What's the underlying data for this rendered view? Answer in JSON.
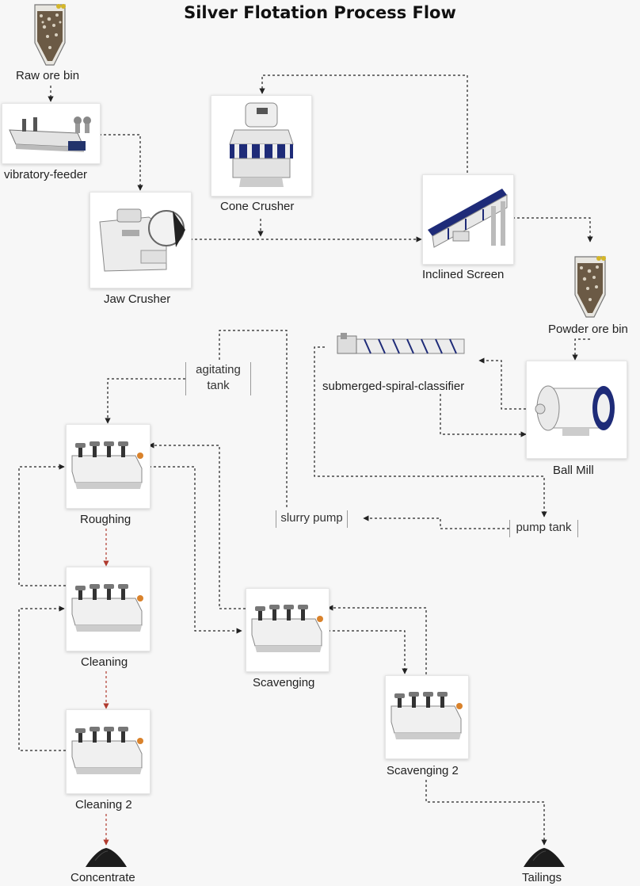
{
  "title": "Silver Flotation Process Flow",
  "colors": {
    "link": "#222222",
    "concentrate_link": "#b03a2e",
    "card": "#ffffff",
    "background": "#f7f7f7"
  },
  "nodes": {
    "raw_ore_bin": {
      "label": "Raw ore bin",
      "icon": "ore-bin-icon"
    },
    "vibratory_feeder": {
      "label": "vibratory-feeder",
      "icon": "vibratory-feeder-icon"
    },
    "jaw_crusher": {
      "label": "Jaw Crusher",
      "icon": "jaw-crusher-icon"
    },
    "cone_crusher": {
      "label": "Cone Crusher",
      "icon": "cone-crusher-icon"
    },
    "inclined_screen": {
      "label": "Inclined Screen",
      "icon": "inclined-screen-icon"
    },
    "powder_ore_bin": {
      "label": "Powder ore bin",
      "icon": "ore-bin-icon"
    },
    "ball_mill": {
      "label": "Ball Mill",
      "icon": "ball-mill-icon"
    },
    "spiral_classifier": {
      "label": "submerged-spiral-classifier",
      "icon": "spiral-classifier-icon"
    },
    "agitating_tank": {
      "label_line1": "agitating",
      "label_line2": "tank"
    },
    "slurry_pump": {
      "label": "slurry pump"
    },
    "pump_tank": {
      "label": "pump tank"
    },
    "roughing": {
      "label": "Roughing",
      "icon": "flotation-cell-icon"
    },
    "cleaning": {
      "label": "Cleaning",
      "icon": "flotation-cell-icon"
    },
    "cleaning_2": {
      "label": "Cleaning 2",
      "icon": "flotation-cell-icon"
    },
    "scavenging": {
      "label": "Scavenging",
      "icon": "flotation-cell-icon"
    },
    "scavenging_2": {
      "label": "Scavenging 2",
      "icon": "flotation-cell-icon"
    },
    "concentrate": {
      "label": "Concentrate",
      "icon": "ore-pile-icon"
    },
    "tailings": {
      "label": "Tailings",
      "icon": "ore-pile-icon"
    }
  }
}
